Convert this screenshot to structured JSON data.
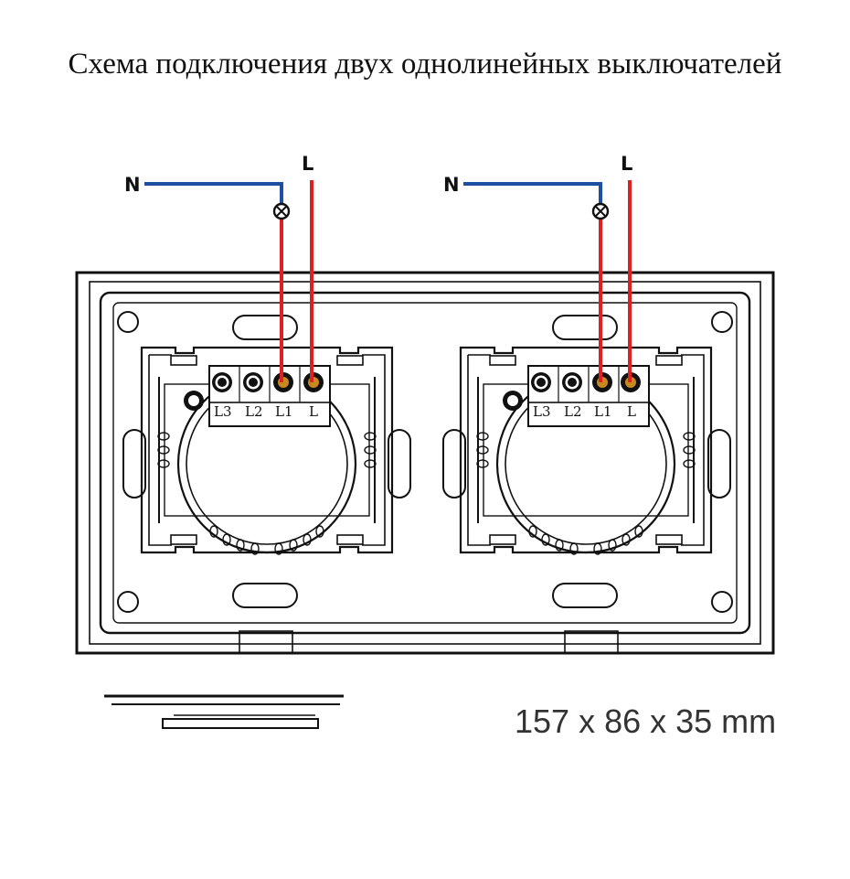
{
  "title": "Схема подключения двух однолинейных выключателей",
  "dimensions": "157 x 86 x 35 mm",
  "wire_labels": {
    "neutral": "N",
    "live": "L"
  },
  "terminals": [
    "L3",
    "L2",
    "L1",
    "L"
  ],
  "colors": {
    "neutral_wire": "#1f4fa0",
    "live_wire": "#e02020",
    "outline": "#111111",
    "terminal_core": "#c8891e"
  }
}
